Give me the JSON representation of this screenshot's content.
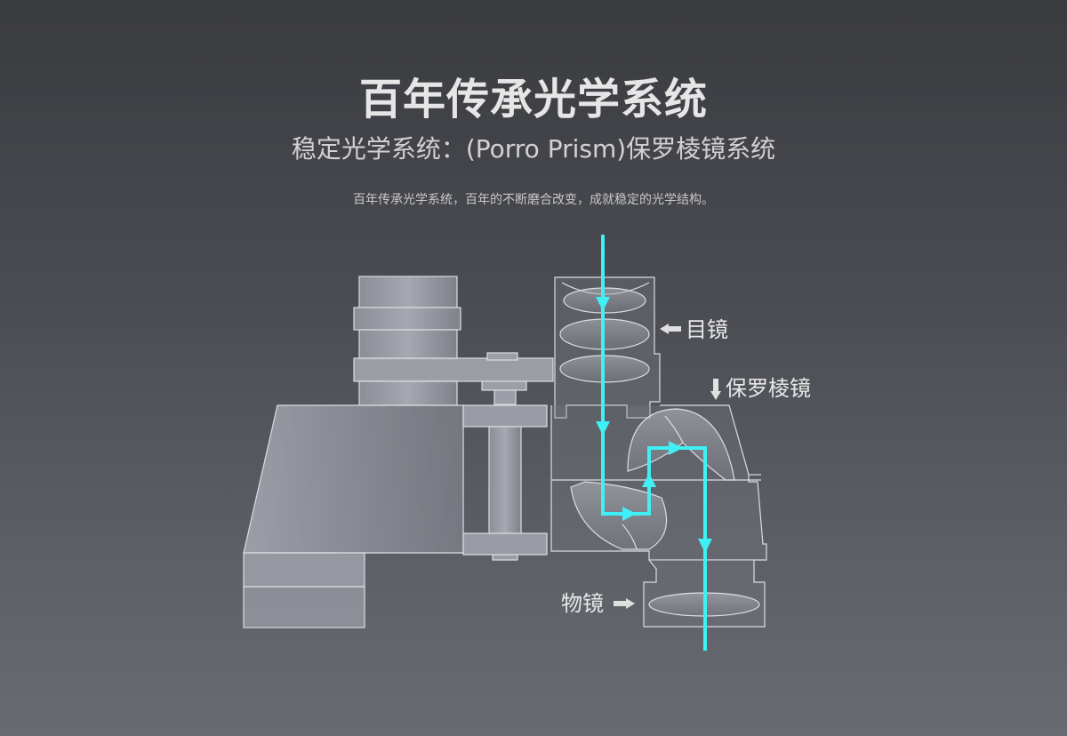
{
  "header": {
    "title": "百年传承光学系统",
    "subtitle": "稳定光学系统：(Porro Prism)保罗棱镜系统",
    "description": "百年传承光学系统，百年的不断磨合改变，成就稳定的光学结构。"
  },
  "labels": {
    "eyepiece": "目镜",
    "porro_prism": "保罗棱镜",
    "objective": "物镜"
  },
  "colors": {
    "light_path": "#3ff0f5",
    "outline": "#dcdde2",
    "body_fill": "#9a9ca6",
    "arrow": "#e0e0e0"
  },
  "icons": {
    "eyepiece_arrow": "arrow-left-icon",
    "prism_arrow": "arrow-down-icon",
    "objective_arrow": "arrow-right-icon"
  }
}
